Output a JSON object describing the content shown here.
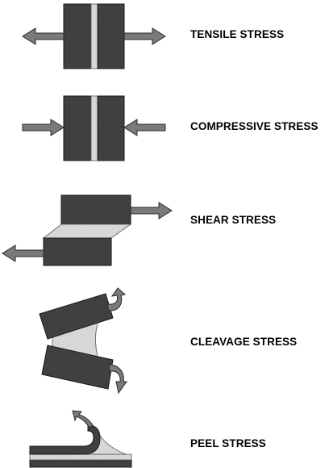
{
  "labels": {
    "tensile": "TENSILE STRESS",
    "compressive": "COMPRESSIVE STRESS",
    "shear": "SHEAR STRESS",
    "cleavage": "CLEAVAGE STRESS",
    "peel": "PEEL STRESS"
  },
  "colors": {
    "substrate": "#404040",
    "adhesive": "#d8d8d8",
    "arrow": "#7a7a7a",
    "text": "#000000",
    "background": "#ffffff"
  }
}
